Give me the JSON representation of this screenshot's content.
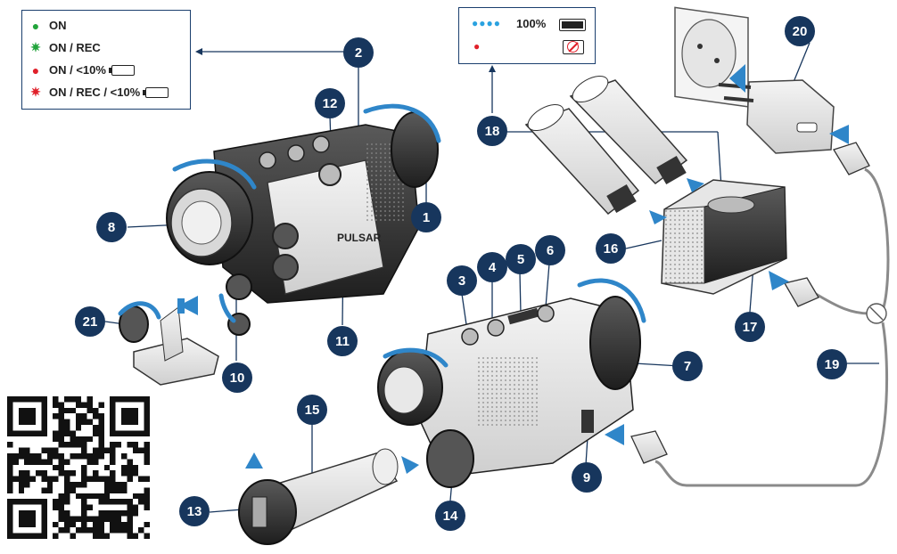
{
  "legend_led": {
    "rows": [
      {
        "symbol": "●",
        "color": "#21a43b",
        "label": "ON",
        "battery": false
      },
      {
        "symbol": "✷",
        "color": "#21a43b",
        "label": "ON / REC",
        "battery": false
      },
      {
        "symbol": "●",
        "color": "#e0202a",
        "label": "ON / <10%",
        "battery": true
      },
      {
        "symbol": "✷",
        "color": "#e0202a",
        "label": "ON / REC / <10%",
        "battery": true
      }
    ]
  },
  "legend_battery": {
    "dots": "●●●●",
    "dots_color": "#2aa2e0",
    "percent": "100%",
    "red_dot": "●",
    "red_color": "#e0202a"
  },
  "brand": "PULSAR",
  "callouts": [
    "1",
    "2",
    "3",
    "4",
    "5",
    "6",
    "7",
    "8",
    "9",
    "10",
    "11",
    "12",
    "13",
    "14",
    "15",
    "16",
    "17",
    "18",
    "19",
    "20",
    "21"
  ],
  "colors": {
    "marker": "#17365d",
    "arrow": "#2f86c9",
    "leader": "#17365d"
  }
}
